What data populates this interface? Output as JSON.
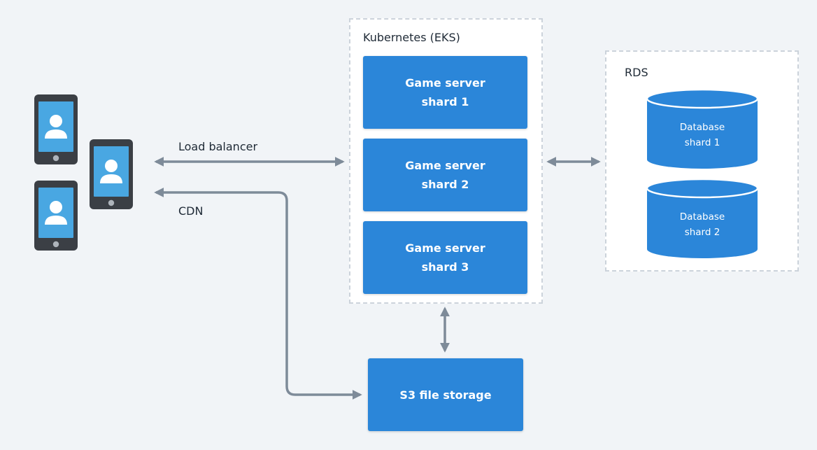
{
  "clients": {
    "device_icon": "smartphone-user-icon",
    "device_count": 3
  },
  "edges": {
    "load_balancer": "Load balancer",
    "cdn": "CDN"
  },
  "kubernetes": {
    "title": "Kubernetes (EKS)",
    "servers": [
      {
        "line1": "Game server",
        "line2": "shard 1"
      },
      {
        "line1": "Game server",
        "line2": "shard 2"
      },
      {
        "line1": "Game server",
        "line2": "shard 3"
      }
    ]
  },
  "rds": {
    "title": "RDS",
    "databases": [
      {
        "line1": "Database",
        "line2": "shard 1"
      },
      {
        "line1": "Database",
        "line2": "shard 2"
      }
    ]
  },
  "storage": {
    "label": "S3 file storage"
  },
  "colors": {
    "background": "#f1f4f7",
    "node_blue": "#2b86d9",
    "phone_body": "#3b3f45",
    "phone_screen": "#49a7e2",
    "arrow": "#7e8b99",
    "dashed_border": "#ccd3db"
  }
}
